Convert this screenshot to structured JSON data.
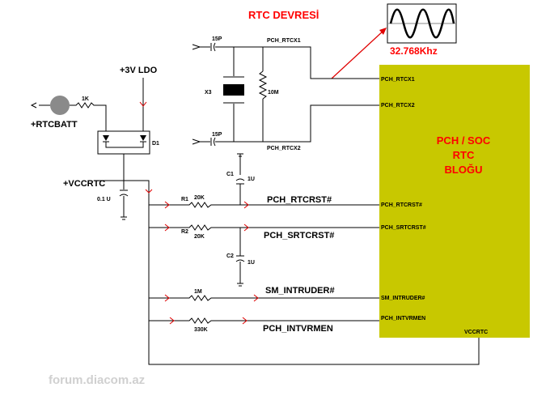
{
  "title": "RTC DEVRESİ",
  "crystal": {
    "frequency": "32.768Khz",
    "ref": "X3",
    "cap_top": "15P",
    "cap_bottom": "15P",
    "resistor": "10M"
  },
  "nets": {
    "rtcx1": "PCH_RTCX1",
    "rtcx2": "PCH_RTCX2",
    "rtcrst": "PCH_RTCRST#",
    "srtcrst": "PCH_SRTCRST#",
    "intruder": "SM_INTRUDER#",
    "intvrmen": "PCH_INTVRMEN"
  },
  "power": {
    "ldo": "+3V LDO",
    "rtcbatt": "+RTCBATT",
    "vccrtc": "+VCCRTC"
  },
  "components": {
    "r_batt": "1K",
    "d1": "D1",
    "c_vcc": "0.1 U",
    "r1_ref": "R1",
    "r1_val": "20K",
    "r2_ref": "R2",
    "r2_val": "20K",
    "c1_ref": "C1",
    "c1_val": "1U",
    "c2_ref": "C2",
    "c2_val": "1U",
    "r_intruder": "1M",
    "r_intvrmen": "330K"
  },
  "chip": {
    "title_line1": "PCH / SOC",
    "title_line2": "RTC",
    "title_line3": "BLOĞU",
    "pins": {
      "rtcx1": "PCH_RTCX1",
      "rtcx2": "PCH_RTCX2",
      "rtcrst": "PCH_RTCRST#",
      "srtcrst": "PCH_SRTCRST#",
      "intruder": "SM_INTRUDER#",
      "intvrmen": "PCH_INTVRMEN",
      "vccrtc": "VCCRTC"
    },
    "fill_color": "#c8c800"
  },
  "colors": {
    "accent_red": "#ff0000",
    "wire": "#000000",
    "watermark": "#d0d0d0"
  },
  "watermark": "forum.diacom.az"
}
